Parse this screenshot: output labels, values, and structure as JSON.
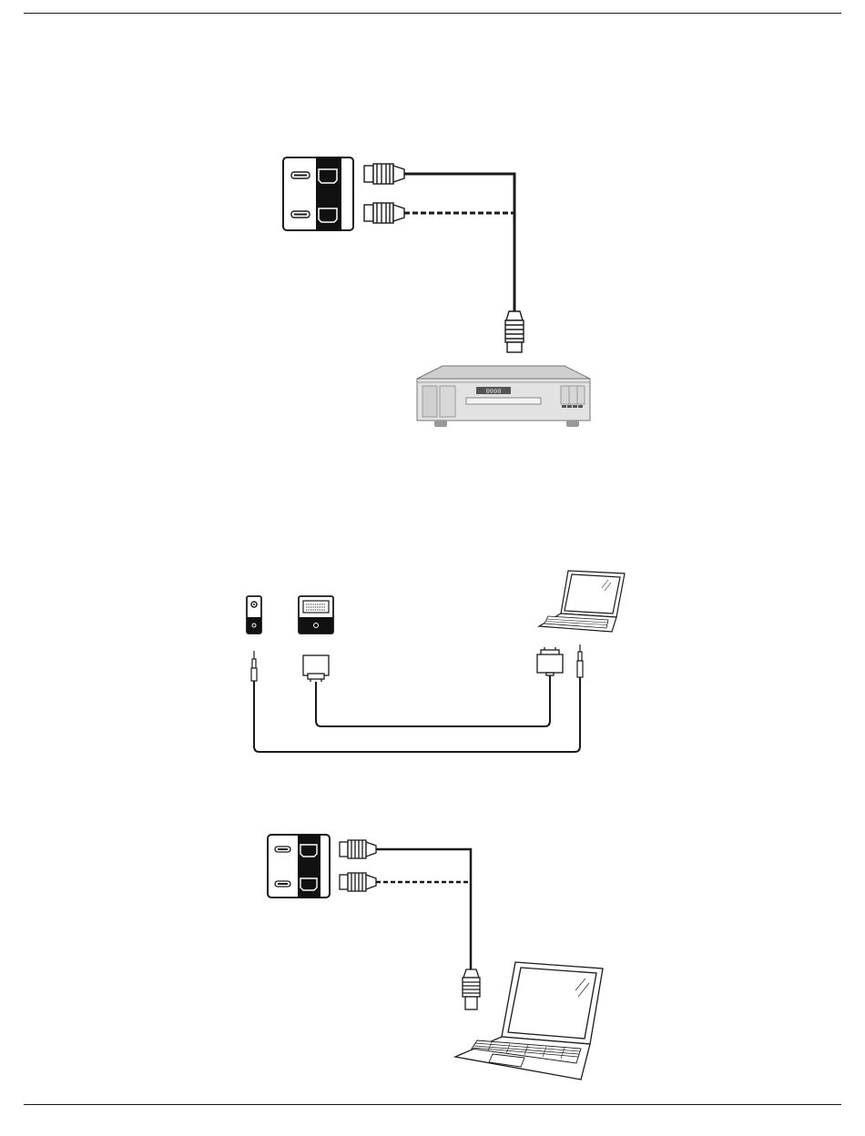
{
  "page": {
    "header_rule": true,
    "footer_rule": true
  },
  "diagrams": [
    {
      "id": "hdmi-to-player",
      "elements": [
        "hdmi-port-panel",
        "hdmi-plug-solid",
        "hdmi-plug-dashed",
        "hdmi-cable",
        "hdmi-plug-device",
        "av-player"
      ],
      "av_player": {
        "display_text": "0000"
      }
    },
    {
      "id": "dvi-audio-to-laptop",
      "elements": [
        "audio-jack-port",
        "dvi-port",
        "audio-plug-left",
        "dvi-plug-left",
        "dvi-cable",
        "audio-cable",
        "laptop-small",
        "dvi-plug-right",
        "audio-plug-right"
      ]
    },
    {
      "id": "hdmi-to-laptop",
      "elements": [
        "hdmi-port-panel",
        "hdmi-plug-solid",
        "hdmi-plug-dashed",
        "hdmi-cable",
        "hdmi-plug-device",
        "laptop-large"
      ]
    }
  ],
  "colors": {
    "line": "#1a1a1a",
    "panel_black": "#111111",
    "device_grey": "#d6d6d6",
    "device_dark": "#8a8a8a"
  }
}
